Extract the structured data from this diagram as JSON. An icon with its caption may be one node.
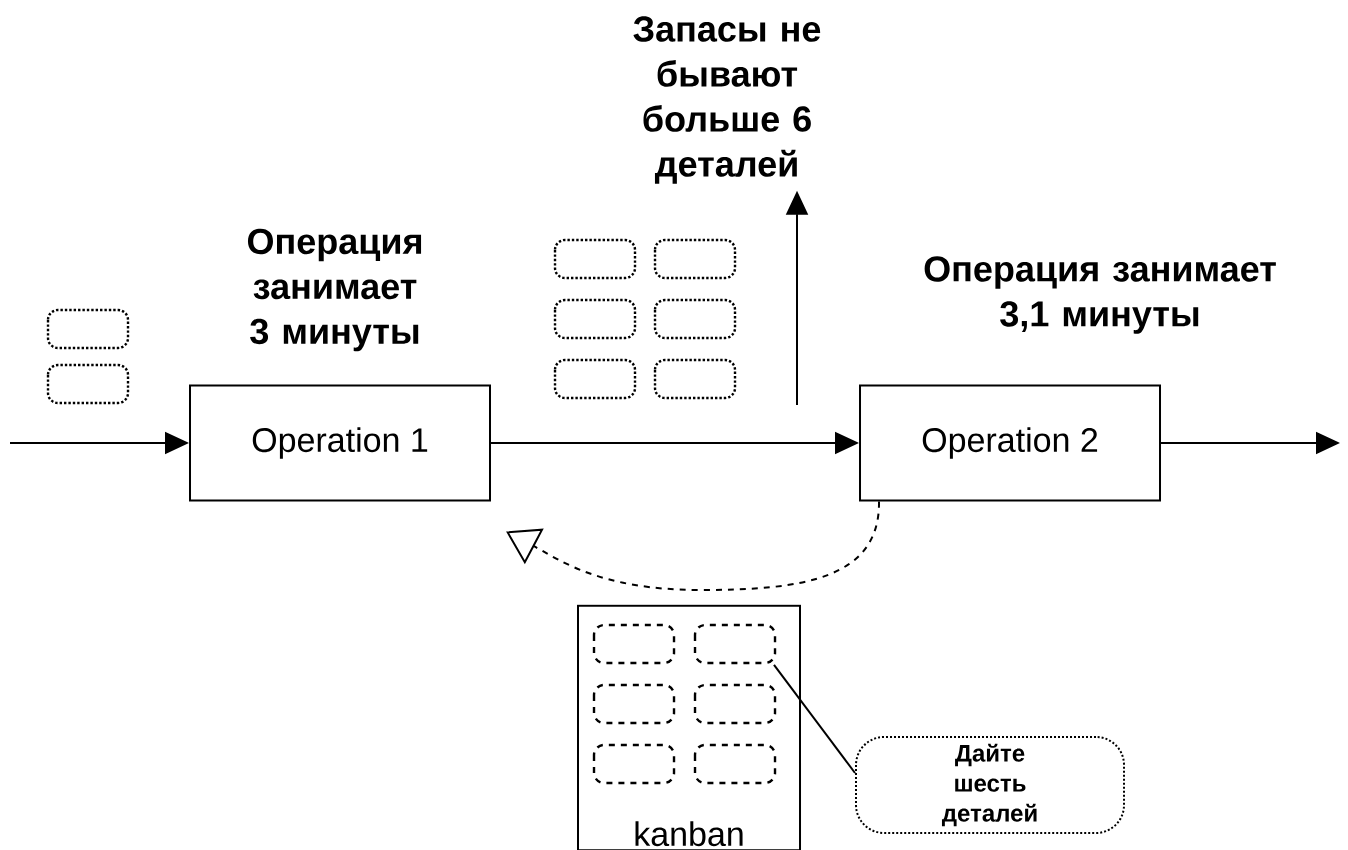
{
  "diagram": {
    "nodes": [
      {
        "text": [
          "Operation 1"
        ],
        "beside": [
          "Операция занимает 3 минуты"
        ]
      },
      {
        "text": [
          "Operation 2"
        ],
        "beside": [
          "Операция занимает 3,1 минуты"
        ]
      },
      {
        "text": [
          "kanban"
        ]
      },
      {
        "text": [
          "Дайте шесть деталей"
        ]
      },
      {
        "text": [
          "Запасы не бывают больше 6 деталей"
        ]
      }
    ],
    "edges": [
      {
        "from": null,
        "to": 0,
        "arrow": "to"
      },
      {
        "from": 0,
        "to": 1,
        "arrow": "to"
      },
      {
        "from": 1,
        "to": null,
        "arrow": "to"
      },
      {
        "from": null,
        "to": 4,
        "arrow": "to"
      },
      {
        "from": 1,
        "to": 0,
        "arrow": "to",
        "style": "dashed"
      },
      {
        "from": 3,
        "to": 2,
        "arrow": "none"
      }
    ]
  }
}
